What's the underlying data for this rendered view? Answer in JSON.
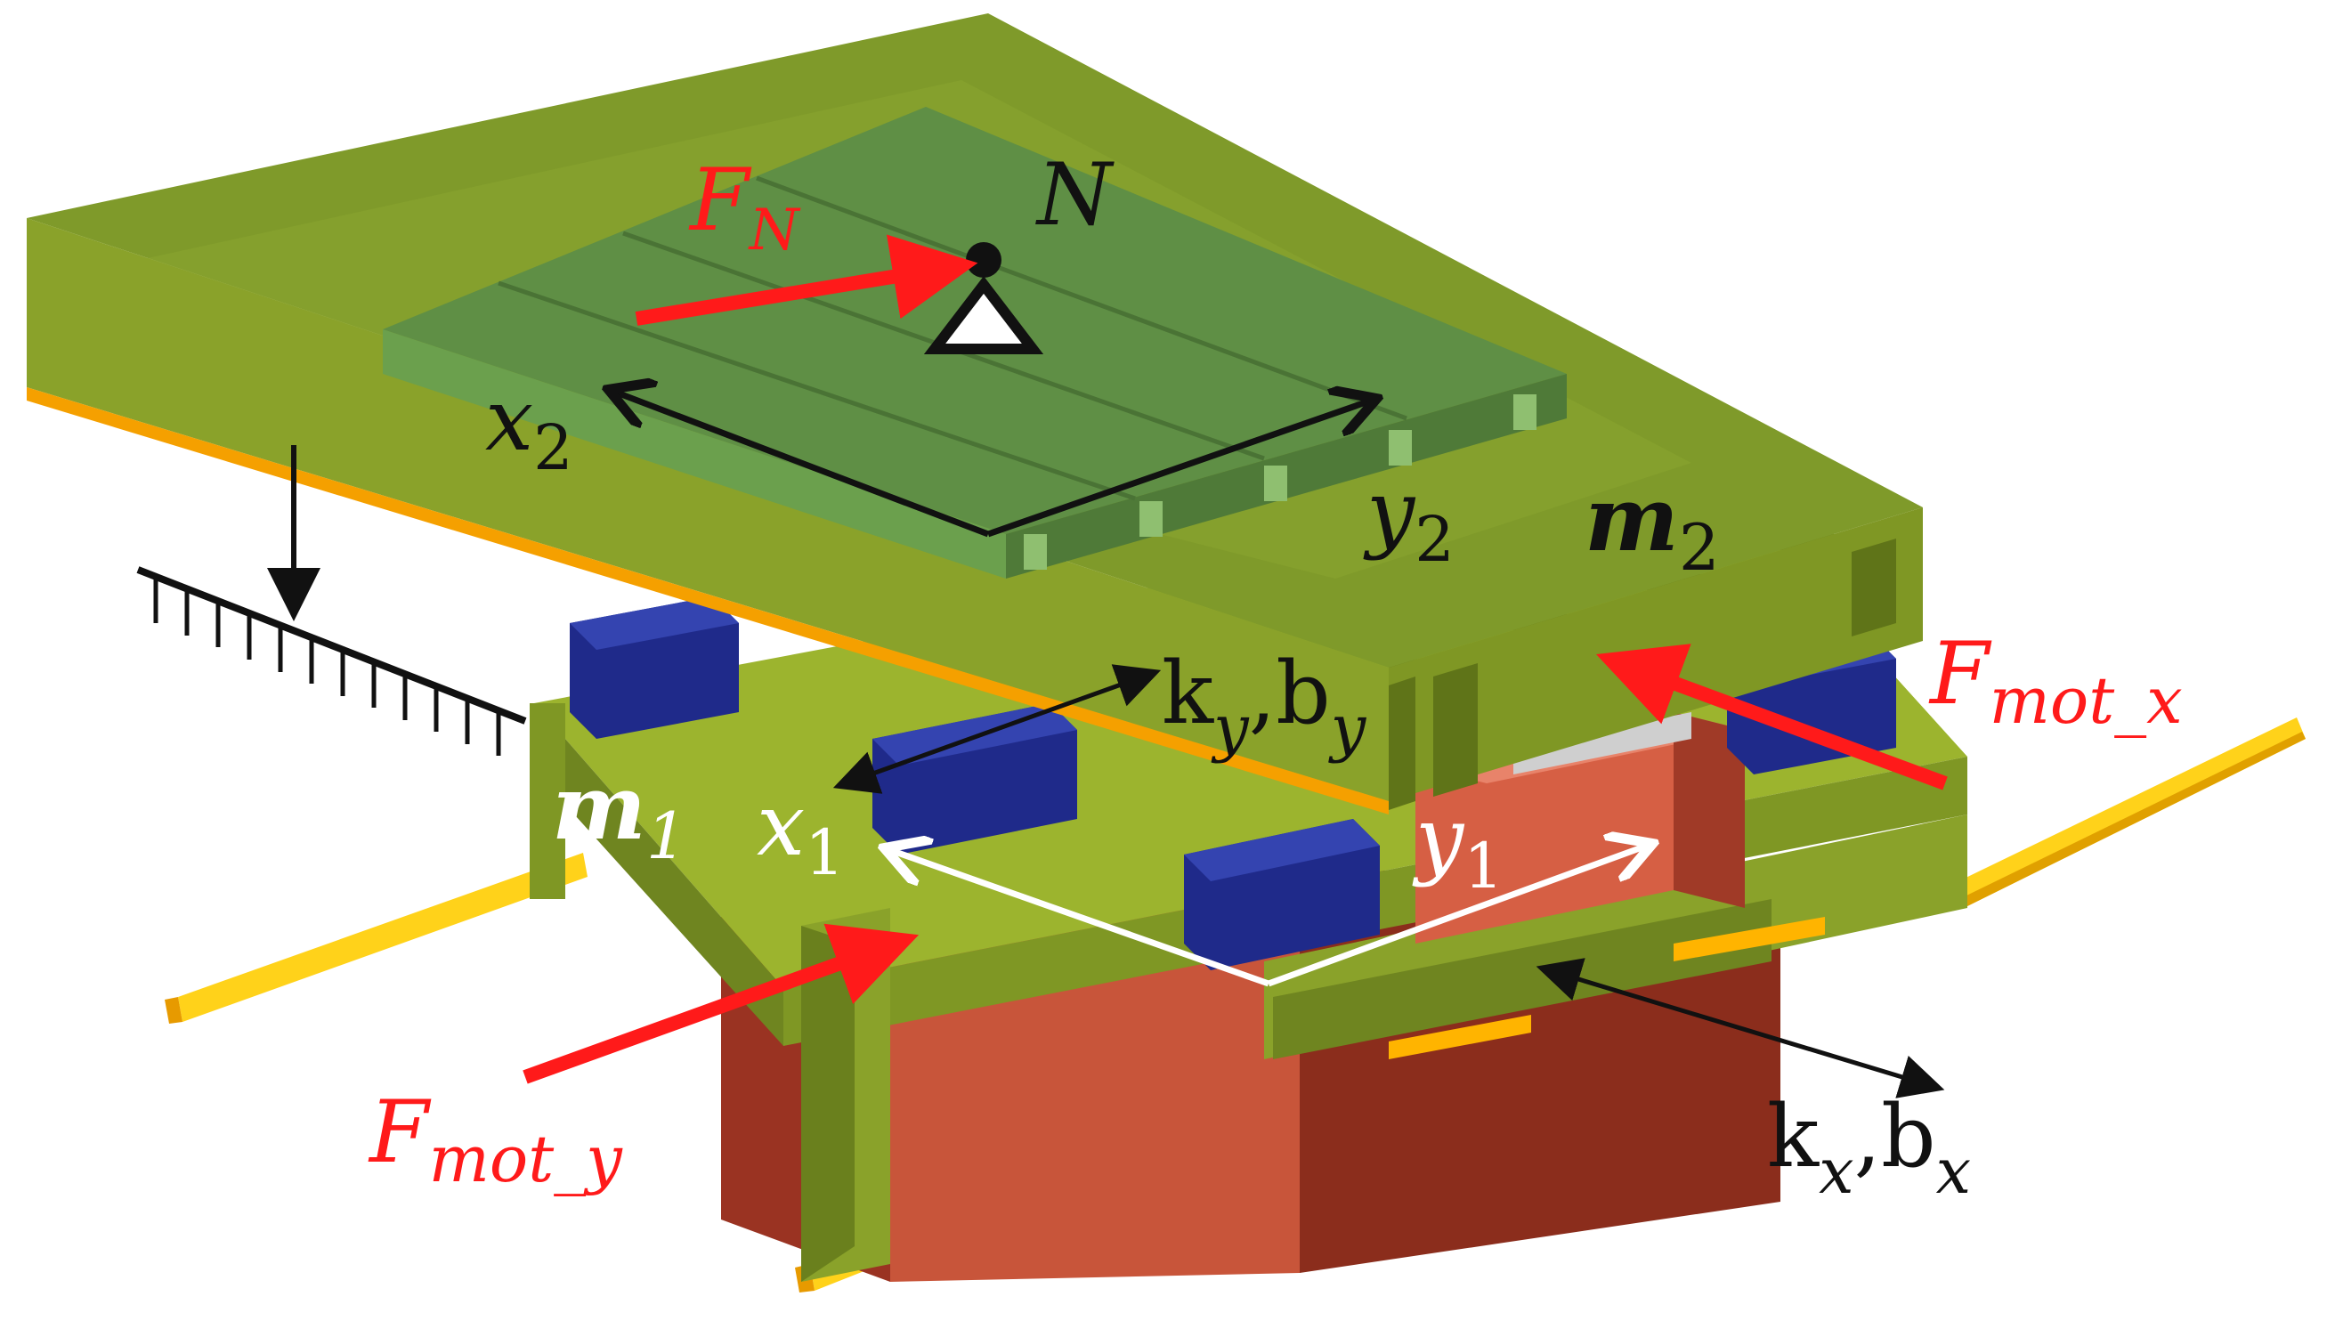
{
  "labels": {
    "normal_force": {
      "main": "F",
      "sub": "N"
    },
    "contact_point": "N",
    "x2": {
      "main": "x",
      "sub": "2"
    },
    "y2": {
      "main": "y",
      "sub": "2"
    },
    "m2": {
      "main": "m",
      "sub": "2"
    },
    "ky_by": {
      "k": "k",
      "k_sub": "y",
      "comma": ",",
      "b": "b",
      "b_sub": "y"
    },
    "fmot_x": {
      "main": "F",
      "sub": "mot_x"
    },
    "m1": {
      "main": "m",
      "sub": "1"
    },
    "x1": {
      "main": "x",
      "sub": "1"
    },
    "y1": {
      "main": "y",
      "sub": "1"
    },
    "fmot_y": {
      "main": "F",
      "sub": "mot_y"
    },
    "kx_bx": {
      "k": "k",
      "k_sub": "x",
      "comma": ",",
      "b": "b",
      "b_sub": "x"
    }
  },
  "colors": {
    "force_arrow": "#ff1a1a",
    "force_text": "#ff1a1a",
    "frame_green": "#8aa22a",
    "frame_green_dark": "#5f7418",
    "top_plate": "#5f8f45",
    "bearing_blue": "#1f2a8a",
    "magnet_red": "#c8553a",
    "rail_yellow": "#ffd21a",
    "axes_white": "#ffffff",
    "axes_black": "#111111"
  }
}
